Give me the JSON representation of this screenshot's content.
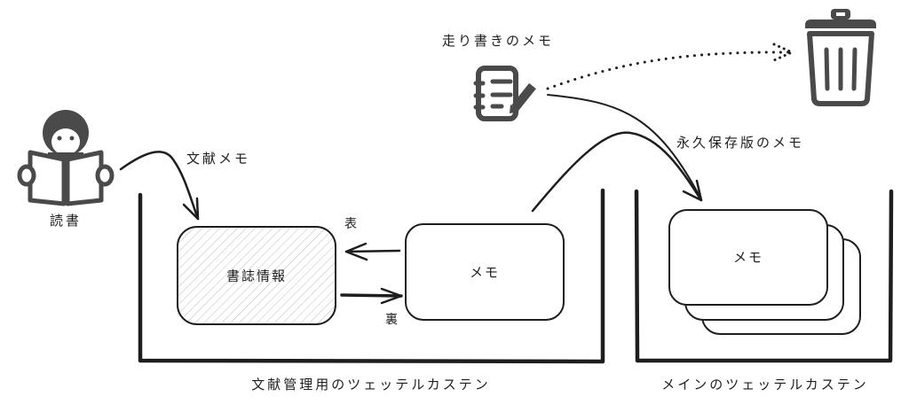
{
  "diagram": {
    "colors": {
      "stroke": "#1e1e1e",
      "icon": "#4a4a4a",
      "hatch": "#bdbdbd",
      "background": "#ffffff"
    },
    "actors": {
      "reader": {
        "icon": "person-reading-icon",
        "label": "読書"
      },
      "scratch_note": {
        "icon": "notepad-pencil-icon",
        "label": "走り書きのメモ"
      },
      "trash": {
        "icon": "trash-can-icon"
      }
    },
    "arrows": {
      "literature_note": "文献メモ",
      "permanent_note": "永久保存版のメモ",
      "front": "表",
      "back": "裏"
    },
    "containers": {
      "literature_zettelkasten": {
        "label": "文献管理用のツェッテルカステン",
        "bibliography_box": "書誌情報",
        "memo_box": "メモ"
      },
      "main_zettelkasten": {
        "label": "メインのツェッテルカステン",
        "memo_stack_top": "メモ"
      }
    }
  }
}
